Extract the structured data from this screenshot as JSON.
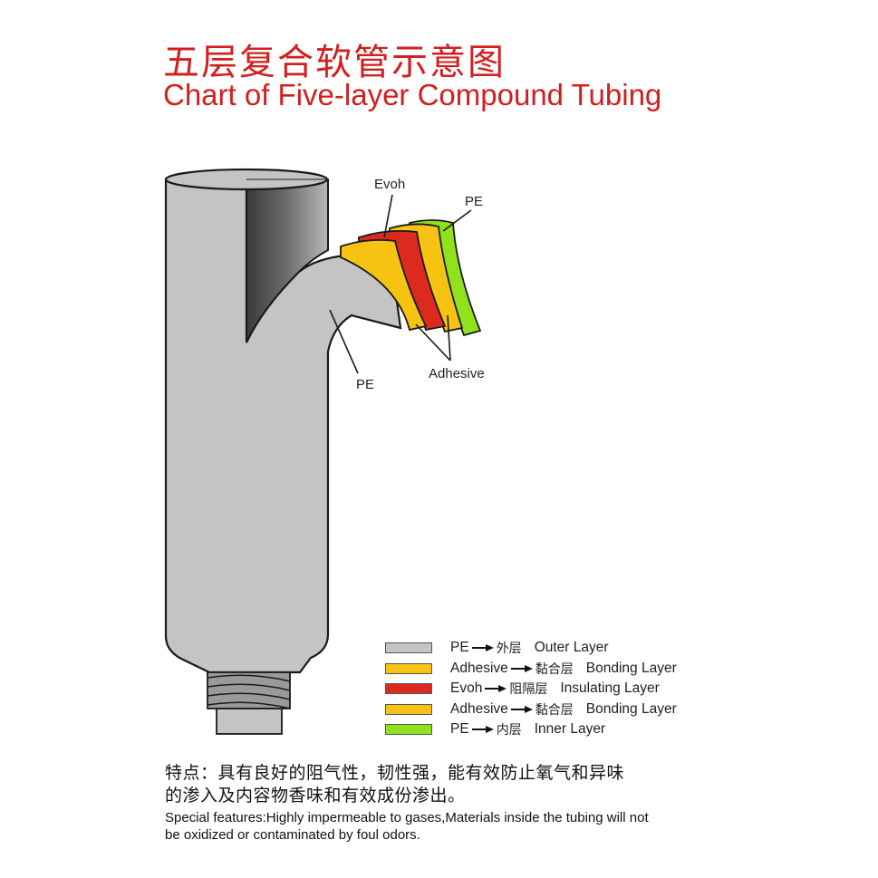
{
  "title": {
    "chinese": "五层复合软管示意图",
    "english": "Chart of Five-layer Compound Tubing"
  },
  "callouts": {
    "evoh": "Evoh",
    "pe_inner": "PE",
    "pe_outer": "PE",
    "adhesive": "Adhesive"
  },
  "legend": [
    {
      "en": "PE",
      "cn": "外层",
      "role": "Outer Layer",
      "color": "#c4c4c4"
    },
    {
      "en": "Adhesive",
      "cn": "黏合层",
      "role": "Bonding Layer",
      "color": "#f6c313"
    },
    {
      "en": "Evoh",
      "cn": "阻隔层",
      "role": "Insulating Layer",
      "color": "#dc2a1e"
    },
    {
      "en": "Adhesive",
      "cn": "黏合层",
      "role": "Bonding Layer",
      "color": "#f6c313"
    },
    {
      "en": "PE",
      "cn": "内层",
      "role": "Inner Layer",
      "color": "#8fe21c"
    }
  ],
  "features": {
    "chinese_line1": "特点：具有良好的阻气性，韧性强，能有效防止氧气和异味",
    "chinese_line2": "的渗入及内容物香味和有效成份渗出。",
    "english_line1": "Special features:Highly impermeable to gases,Materials inside the tubing will not",
    "english_line2": "be oxidized or contaminated by foul odors."
  },
  "colors": {
    "title": "#d21f1f",
    "tube_body": "#c4c4c4",
    "tube_inner": "#6b6b6b",
    "outline": "#1a1a1a"
  }
}
